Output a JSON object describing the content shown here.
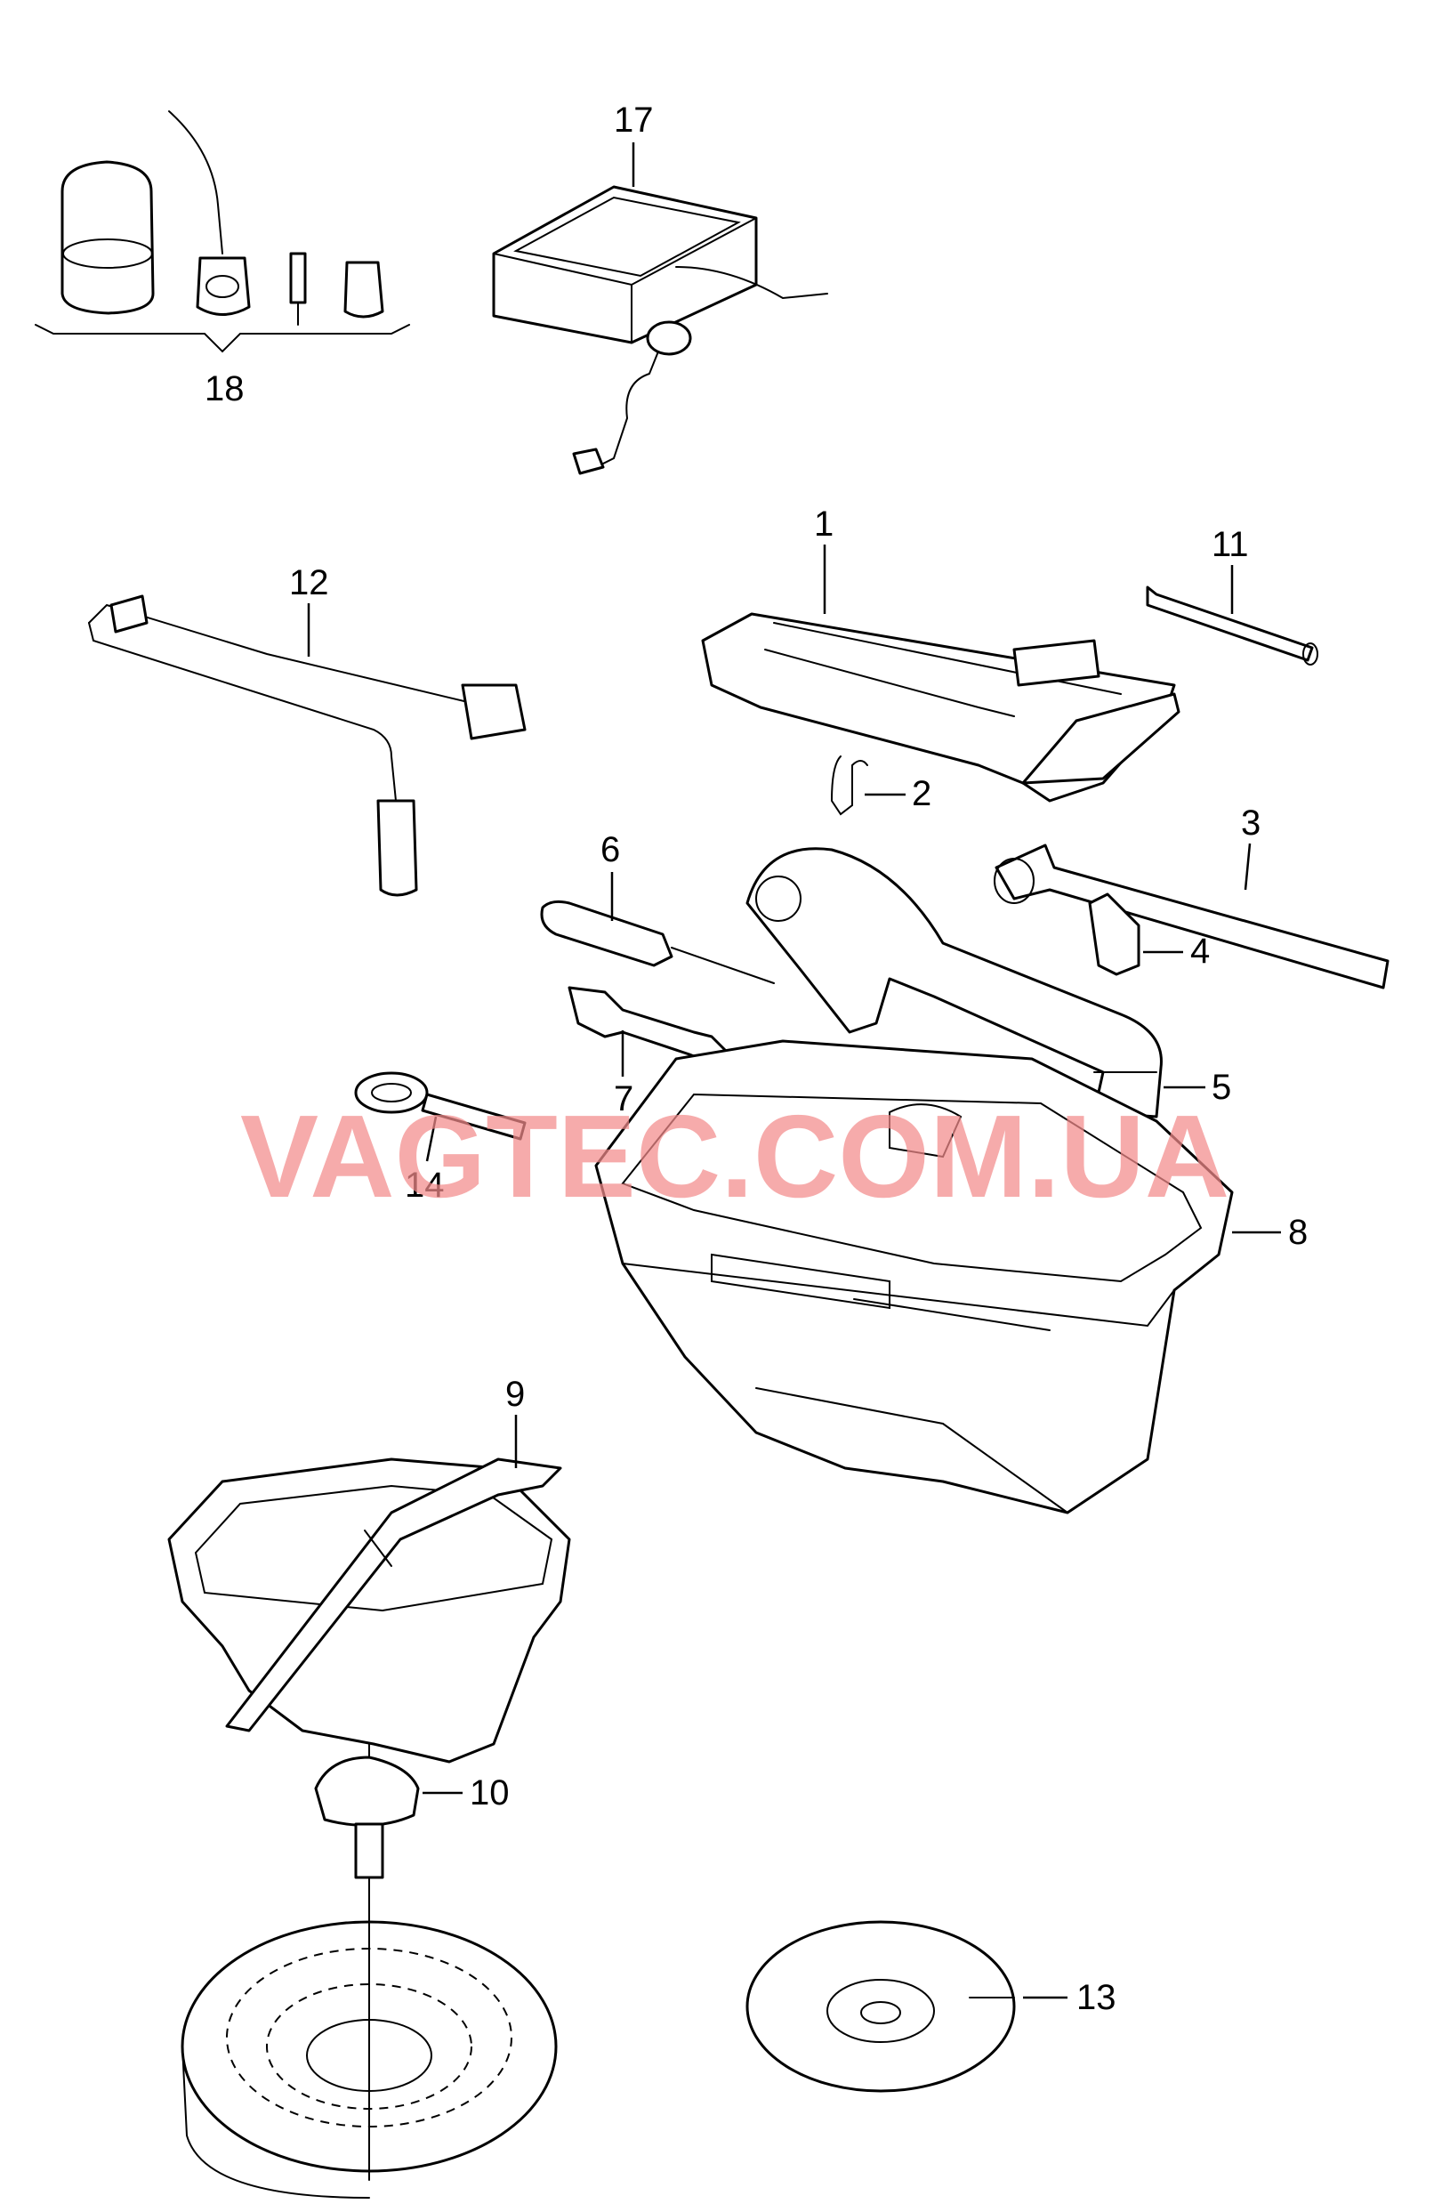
{
  "watermark": "VAGTEC.COM.UA",
  "callouts": {
    "c1": "1",
    "c2": "2",
    "c3": "3",
    "c4": "4",
    "c5": "5",
    "c6": "6",
    "c7": "7",
    "c8": "8",
    "c9": "9",
    "c10": "10",
    "c11": "11",
    "c12": "12",
    "c13": "13",
    "c14": "14",
    "c17": "17",
    "c18": "18"
  },
  "colors": {
    "line": "#000000",
    "background": "#ffffff",
    "watermark": "#f28b8b"
  }
}
